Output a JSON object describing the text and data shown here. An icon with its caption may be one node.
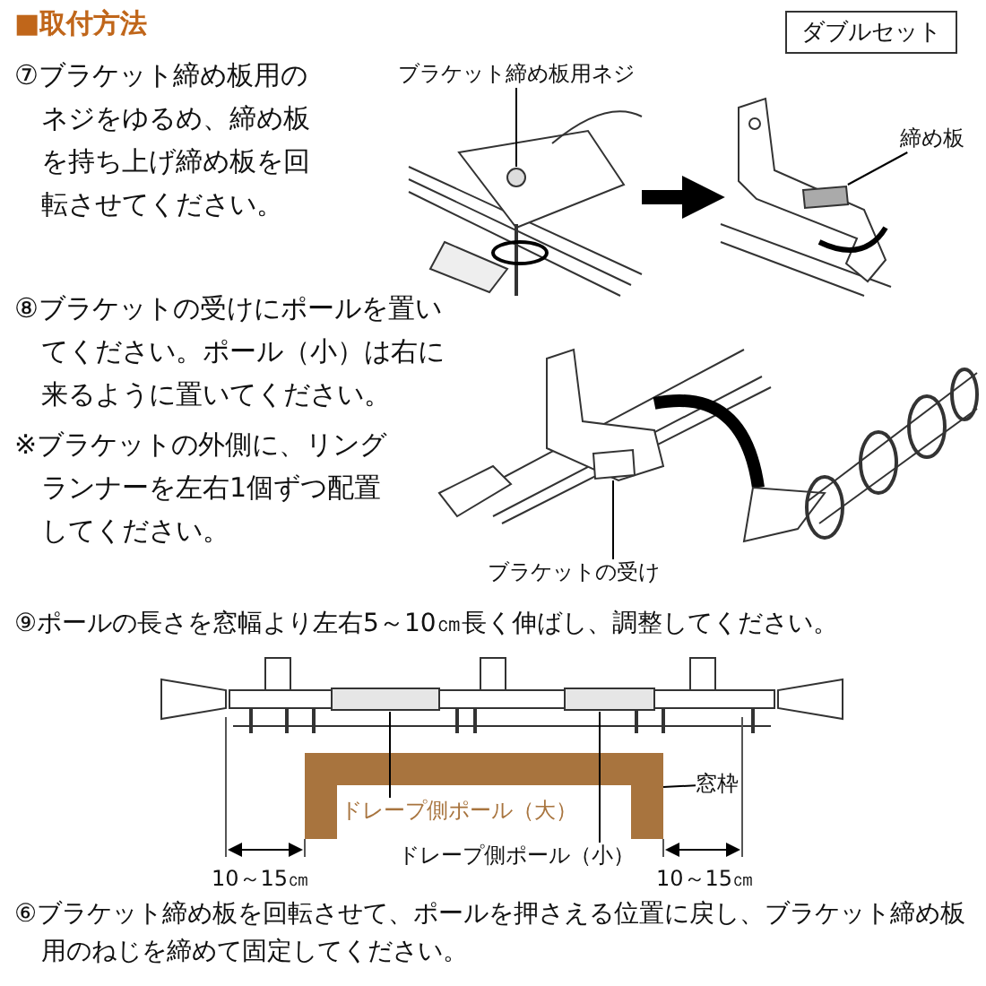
{
  "diagram": {
    "nodes": [
      {
        "text": [],
        "shape": "picture"
      },
      {
        "text": [],
        "shape": "picture"
      },
      {
        "text": [
          "ブラケット締め板用ネジ"
        ]
      },
      {
        "text": [],
        "shape": "circle",
        "in": 0
      },
      {
        "text": [
          "締め板"
        ]
      },
      {
        "text": [],
        "shape": "box",
        "in": 1
      },
      {
        "text": [],
        "shape": "picture"
      },
      {
        "text": [
          "ブラケットの受け"
        ]
      },
      {
        "text": [],
        "shape": "box",
        "in": 6
      },
      {
        "text": [],
        "shape": "picture"
      },
      {
        "text": [
          "ドレープ側ポール（大）"
        ]
      },
      {
        "text": [],
        "shape": "bar",
        "in": 9
      },
      {
        "text": [
          "ドレープ側ポール（小）"
        ]
      },
      {
        "text": [],
        "shape": "bar",
        "in": 9
      },
      {
        "text": [
          "窓枠"
        ]
      },
      {
        "text": [],
        "shape": "picture"
      }
    ],
    "edges": [
      {
        "from": 0,
        "to": 1,
        "arrow": "to",
        "style": "thick"
      },
      {
        "from": 2,
        "to": 3,
        "arrow": "none"
      },
      {
        "from": 4,
        "to": 5,
        "arrow": "none"
      },
      {
        "from": 7,
        "to": 8,
        "arrow": "none"
      },
      {
        "from": 10,
        "to": 11,
        "arrow": "none"
      },
      {
        "from": 12,
        "to": 13,
        "arrow": "none"
      },
      {
        "from": 14,
        "to": 15,
        "arrow": "none"
      }
    ],
    "labels": [
      "■取付方法",
      "ダブルセット",
      "⑦ブラケット締め板用のネジをゆるめ、締め板を持ち上げ締め板を回転させてください。",
      "⑧ブラケットの受けにポールを置いてください。ポール（小）は右に来るように置いてください。",
      "※ブラケットの外側に、リングランナーを左右1個ずつ配置してください。",
      "⑨ポールの長さを窓幅より左右5～10㎝長く伸ばし、調整してください。",
      "10～15㎝",
      "10～15㎝",
      "⑥ブラケット締め板を回転させて、ポールを押さえる位置に戻し、ブラケット締め板用のねじを締めて固定してください。"
    ]
  }
}
